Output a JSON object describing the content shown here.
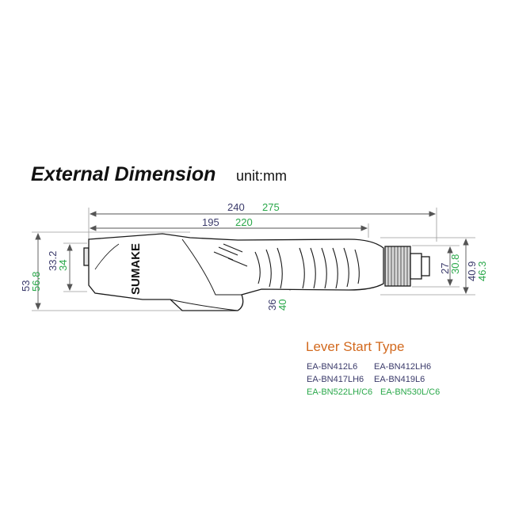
{
  "heading": {
    "title": "External Dimension",
    "unit": "unit:mm"
  },
  "brand": "SUMAKE",
  "dimensions": {
    "length_a": "240",
    "length_b": "275",
    "body_a": "195",
    "body_b": "220",
    "height_a": "53",
    "height_b": "56.8",
    "head_a": "33.2",
    "head_b": "34",
    "grip_a": "36",
    "grip_b": "40",
    "nose_a": "27",
    "nose_b": "30.8",
    "tail_a": "40.9",
    "tail_b": "46.3"
  },
  "lever": {
    "title": "Lever Start Type",
    "models": [
      [
        "EA-BN412L6",
        "EA-BN412LH6"
      ],
      [
        "EA-BN417LH6",
        "EA-BN419L6"
      ],
      [
        "EA-BN522LH/C6",
        "EA-BN530L/C6"
      ]
    ]
  },
  "colors": {
    "dark": "#3a3a6a",
    "green": "#2aa84a",
    "orange": "#d2691e",
    "line": "#555555"
  }
}
